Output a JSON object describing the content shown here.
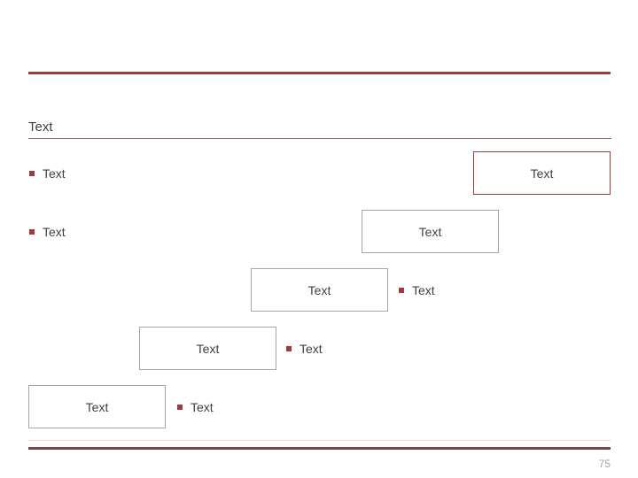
{
  "slide": {
    "title": "Text",
    "page_number": "75",
    "colors": {
      "accent_red": "#A23C3C",
      "box_border_red": "#9E3B3B",
      "box_border_gray": "#A6A6A6",
      "bullet_square": "#9E3B3B",
      "body_text": "#404040",
      "footer_rule_dark": "#7A4444",
      "footer_rule_light": "#EAD5D5",
      "page_number_gray": "#A6A6A6"
    },
    "rows": [
      {
        "bullet_label": "Text",
        "box_label": "Text",
        "bullet_side": "left",
        "box_border": "red"
      },
      {
        "bullet_label": "Text",
        "box_label": "Text",
        "bullet_side": "left",
        "box_border": "gray"
      },
      {
        "bullet_label": "Text",
        "box_label": "Text",
        "bullet_side": "right",
        "box_border": "gray"
      },
      {
        "bullet_label": "Text",
        "box_label": "Text",
        "bullet_side": "right",
        "box_border": "gray"
      },
      {
        "bullet_label": "Text",
        "box_label": "Text",
        "bullet_side": "right",
        "box_border": "gray"
      }
    ]
  }
}
